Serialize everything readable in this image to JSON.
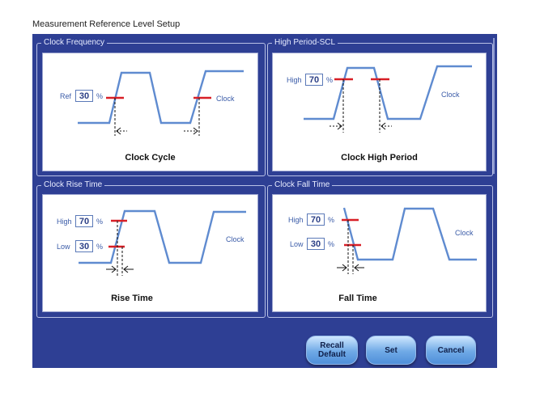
{
  "dialog": {
    "title": "Measurement Reference Level Setup"
  },
  "panels": {
    "clock_frequency": {
      "legend": "Clock Frequency",
      "ref_label": "Ref",
      "ref_value": "30",
      "percent": "%",
      "clock_label": "Clock",
      "caption": "Clock Cycle"
    },
    "high_period": {
      "legend": "High Period-SCL",
      "high_label": "High",
      "high_value": "70",
      "percent": "%",
      "clock_label": "Clock",
      "caption": "Clock High Period"
    },
    "rise_time": {
      "legend": "Clock Rise Time",
      "high_label": "High",
      "high_value": "70",
      "low_label": "Low",
      "low_value": "30",
      "percent": "%",
      "clock_label": "Clock",
      "caption": "Rise Time"
    },
    "fall_time": {
      "legend": "Clock Fall Time",
      "high_label": "High",
      "high_value": "70",
      "low_label": "Low",
      "low_value": "30",
      "percent": "%",
      "clock_label": "Clock",
      "caption": "Fall Time"
    }
  },
  "buttons": {
    "recall_line1": "Recall",
    "recall_line2": "Default",
    "set": "Set",
    "cancel": "Cancel"
  },
  "colors": {
    "dialog_bg": "#2e3f94",
    "waveform": "#5f8bd0",
    "marker": "#d81f26",
    "button": "#6fa9e6"
  }
}
